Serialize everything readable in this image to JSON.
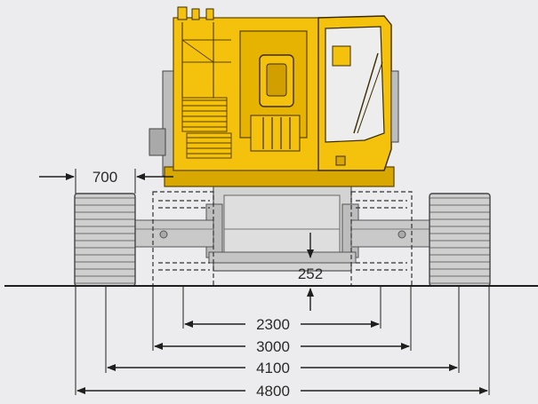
{
  "colors": {
    "background": "#ececef",
    "machine_yellow": "#f4c20d",
    "machine_yellow_dark": "#c99a00",
    "track_gray": "#c8c8c8",
    "track_dark": "#8f8f8f",
    "line": "#1f1f1f"
  },
  "dimensions": {
    "upper_width": "700",
    "ground_clearance": "252",
    "inner_gauge": "2300",
    "retracted_width": "3000",
    "extended_gauge": "4100",
    "overall_width": "4800"
  }
}
